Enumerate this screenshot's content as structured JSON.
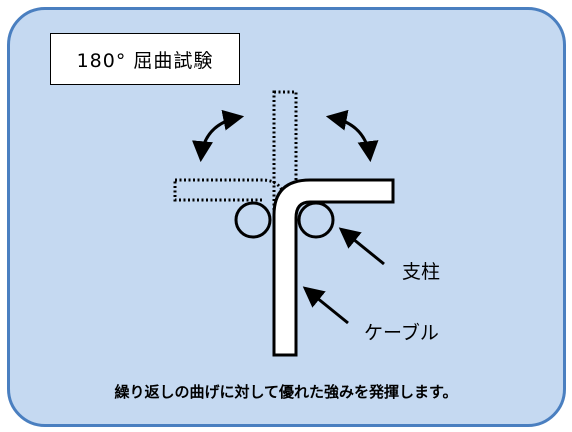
{
  "title": "180° 屈曲試験",
  "labels": {
    "support": "支柱",
    "cable": "ケーブル"
  },
  "caption": "繰り返しの曲げに対して優れた強みを発揮します。",
  "colors": {
    "panel_fill": "#c5d9f1",
    "panel_border": "#4a7fc0",
    "title_fill": "#ffffff",
    "ink": "#000000"
  },
  "icons": [
    "curved-arrow-left-icon",
    "curved-arrow-right-icon",
    "pointer-arrow-icon"
  ]
}
